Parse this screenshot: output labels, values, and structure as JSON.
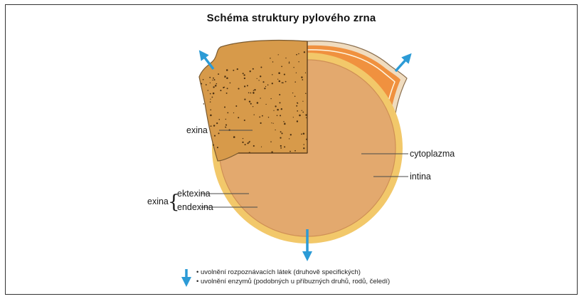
{
  "title": "Schéma struktury pylového zrna",
  "labels": {
    "exina_top": "exina",
    "cytoplazma": "cytoplazma",
    "intina": "intina",
    "exina_group": "exina",
    "ektexina": "ektexina",
    "endexina": "endexina"
  },
  "legend": {
    "item1": "• uvolnění rozpoznávacích látek (druhově specifických)",
    "item2": "• uvolnění enzymů (podobných u příbuzných druhů, rodů, čeledí)"
  },
  "colors": {
    "cytoplasm": "#e3a96e",
    "cytoplasm_edge": "#cf8f55",
    "intina": "#f2c86a",
    "orange_layer": "#f0913f",
    "outer_beige": "#f0dcbf",
    "textured_exina": "#d79a4a",
    "arrow": "#2c9bd6",
    "line": "#4a4a4a"
  }
}
